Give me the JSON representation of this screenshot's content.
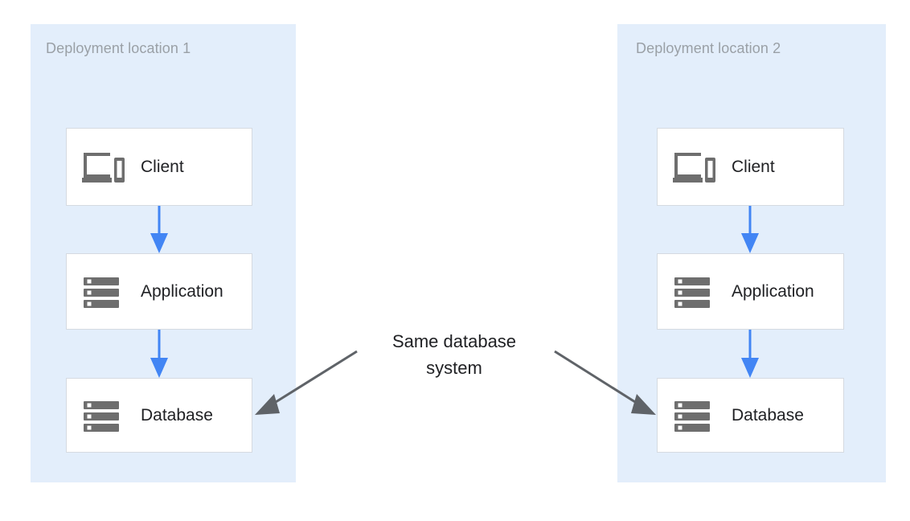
{
  "diagram": {
    "title_colors": {
      "zone_fill": "#e3eefb",
      "node_border": "#d5dae1",
      "node_fill": "#ffffff",
      "flow_arrow": "#4285f4",
      "annotation_arrow": "#5f6368",
      "zone_label_text": "#9aa0a6",
      "node_label_text": "#202124",
      "icon": "#6e6e6e"
    },
    "zones": [
      {
        "id": "zone-1",
        "label": "Deployment location 1",
        "nodes": [
          {
            "id": "client-1",
            "label": "Client",
            "icon": "devices-icon"
          },
          {
            "id": "application-1",
            "label": "Application",
            "icon": "server-icon"
          },
          {
            "id": "database-1",
            "label": "Database",
            "icon": "server-icon"
          }
        ]
      },
      {
        "id": "zone-2",
        "label": "Deployment location 2",
        "nodes": [
          {
            "id": "client-2",
            "label": "Client",
            "icon": "devices-icon"
          },
          {
            "id": "application-2",
            "label": "Application",
            "icon": "server-icon"
          },
          {
            "id": "database-2",
            "label": "Database",
            "icon": "server-icon"
          }
        ]
      }
    ],
    "annotation": {
      "id": "same-database-system",
      "text": "Same database\nsystem"
    }
  }
}
